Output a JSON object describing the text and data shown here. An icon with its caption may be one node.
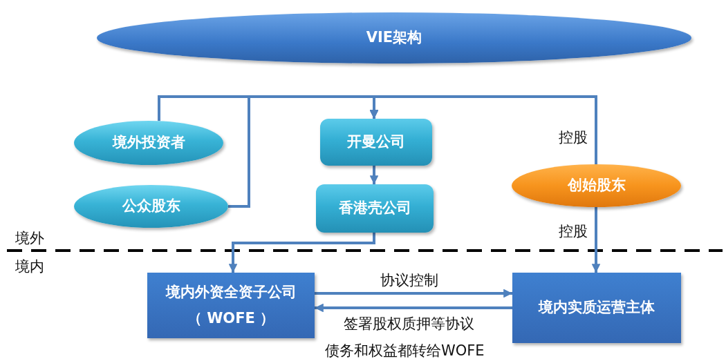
{
  "diagram": {
    "nodes": [
      {
        "text": [
          "VIE架构"
        ]
      },
      {
        "text": [
          "境外投资者"
        ]
      },
      {
        "text": [
          "公众股东"
        ]
      },
      {
        "text": [
          "开曼公司"
        ]
      },
      {
        "text": [
          "香港壳公司"
        ]
      },
      {
        "text": [
          "创始股东"
        ]
      },
      {
        "text": [
          "境内外资全资子公司",
          "（ WOFE ）"
        ]
      },
      {
        "text": [
          "境内实质运营主体"
        ]
      }
    ],
    "edges": [
      {
        "from": 1,
        "to": 3,
        "arrow": "to"
      },
      {
        "from": 2,
        "to": 3,
        "arrow": "to"
      },
      {
        "from": 5,
        "to": 3,
        "arrow": "to",
        "label": "控股"
      },
      {
        "from": 3,
        "to": 4,
        "arrow": "to"
      },
      {
        "from": 4,
        "to": 6,
        "arrow": "to"
      },
      {
        "from": 5,
        "to": 7,
        "arrow": "to",
        "label": "控股"
      },
      {
        "from": 6,
        "to": 7,
        "arrow": "to",
        "label": "协议控制"
      },
      {
        "from": 7,
        "to": 6,
        "arrow": "to",
        "label": "签署股权质押等协议"
      }
    ],
    "labels": [
      "境外",
      "境内",
      "债务和权益都转给WOFE"
    ]
  }
}
